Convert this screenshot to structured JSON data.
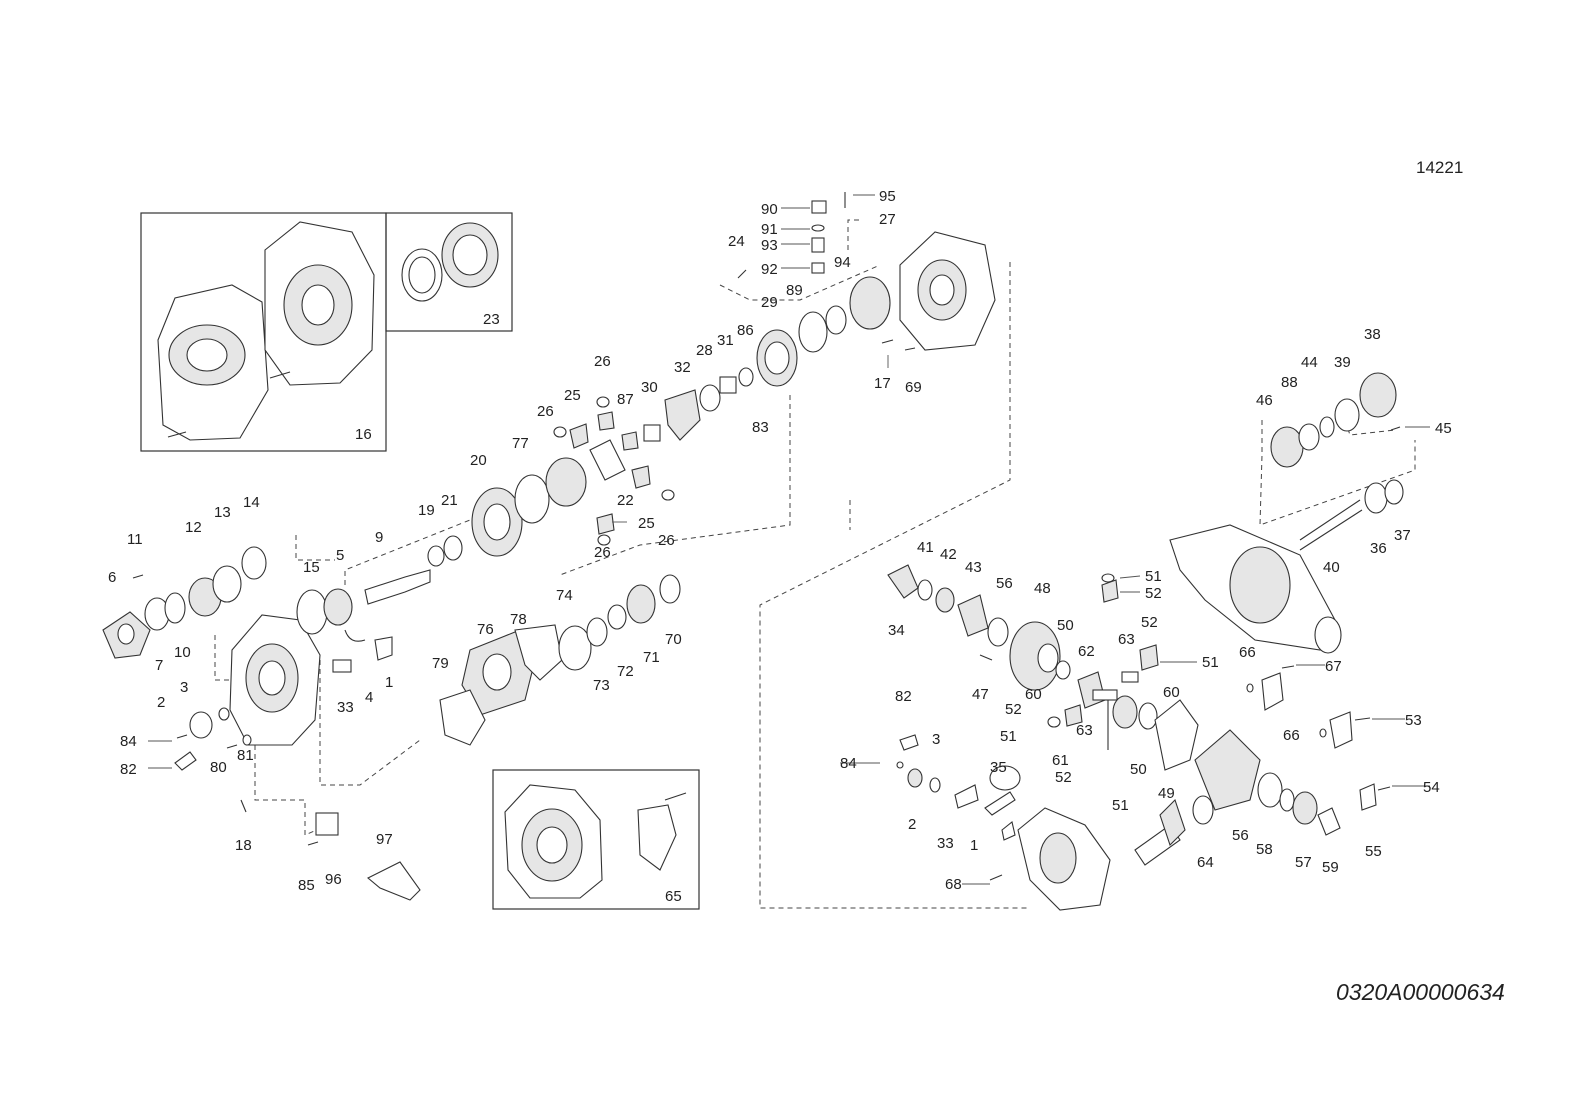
{
  "figure_number": "14221",
  "document_reference": "0320A00000634",
  "callouts": {
    "c1a": "1",
    "c2a": "2",
    "c3a": "3",
    "c4": "4",
    "c5": "5",
    "c6": "6",
    "c7": "7",
    "c9": "9",
    "c10": "10",
    "c11": "11",
    "c12": "12",
    "c13": "13",
    "c14": "14",
    "c15": "15",
    "c16": "16",
    "c17": "17",
    "c18": "18",
    "c19": "19",
    "c20": "20",
    "c21": "21",
    "c22": "22",
    "c23": "23",
    "c24": "24",
    "c25a": "25",
    "c25b": "25",
    "c26a": "26",
    "c26b": "26",
    "c26c": "26",
    "c26d": "26",
    "c27": "27",
    "c28": "28",
    "c29": "29",
    "c30": "30",
    "c31": "31",
    "c32": "32",
    "c33a": "33",
    "c70": "70",
    "c71": "71",
    "c72": "72",
    "c73": "73",
    "c74": "74",
    "c76": "76",
    "c77": "77",
    "c78": "78",
    "c79": "79",
    "c80": "80",
    "c81": "81",
    "c82a": "82",
    "c83": "83",
    "c84a": "84",
    "c85": "85",
    "c86": "86",
    "c87": "87",
    "c89": "89",
    "c90": "90",
    "c91": "91",
    "c92": "92",
    "c93": "93",
    "c94": "94",
    "c95": "95",
    "c96": "96",
    "c97": "97",
    "c65": "65",
    "c69": "69",
    "c34": "34",
    "c41": "41",
    "c42": "42",
    "c43": "43",
    "c56a": "56",
    "c48": "48",
    "c50a": "50",
    "c50b": "50",
    "c47": "47",
    "c51a": "51",
    "c51b": "51",
    "c51c": "51",
    "c51d": "51",
    "c52a": "52",
    "c52b": "52",
    "c52c": "52",
    "c52d": "52",
    "c60a": "60",
    "c60b": "60",
    "c61": "61",
    "c62": "62",
    "c63a": "63",
    "c63b": "63",
    "c49": "49",
    "c82b": "82",
    "c3b": "3",
    "c84b": "84",
    "c2b": "2",
    "c33b": "33",
    "c35": "35",
    "c1b": "1",
    "c68": "68",
    "c64": "64",
    "c56b": "56",
    "c58": "58",
    "c57": "57",
    "c59": "59",
    "c66a": "66",
    "c66b": "66",
    "c67": "67",
    "c53": "53",
    "c54": "54",
    "c55": "55",
    "c38": "38",
    "c39": "39",
    "c44": "44",
    "c88": "88",
    "c46": "46",
    "c45": "45",
    "c37": "37",
    "c36": "36",
    "c40": "40"
  }
}
